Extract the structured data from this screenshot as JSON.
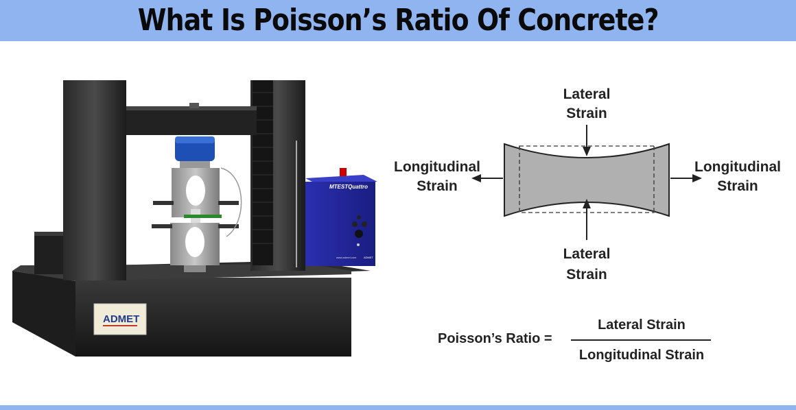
{
  "title": "What Is Poisson’s Ratio Of Concrete?",
  "photo": {
    "brand_label": "ADMET",
    "controller_label": "MTESTQuattro",
    "controller_small_text": "www.admet.com",
    "controller_badge": "ADMET"
  },
  "diagram": {
    "lateral_top_line1": "Lateral",
    "lateral_top_line2": "Strain",
    "lateral_bottom_line1": "Lateral",
    "lateral_bottom_line2": "Strain",
    "longitudinal_left_line1": "Longitudinal",
    "longitudinal_left_line2": "Strain",
    "longitudinal_right_line1": "Longitudinal",
    "longitudinal_right_line2": "Strain"
  },
  "formula": {
    "lhs": "Poisson’s Ratio =",
    "numerator": "Lateral Strain",
    "denominator": "Longitudinal Strain"
  },
  "colors": {
    "banner": "#8fb4f0",
    "controller_blue": "#2b2fa8",
    "grip_blue": "#1e4fb4",
    "specimen_gray": "#b0b0b0"
  }
}
